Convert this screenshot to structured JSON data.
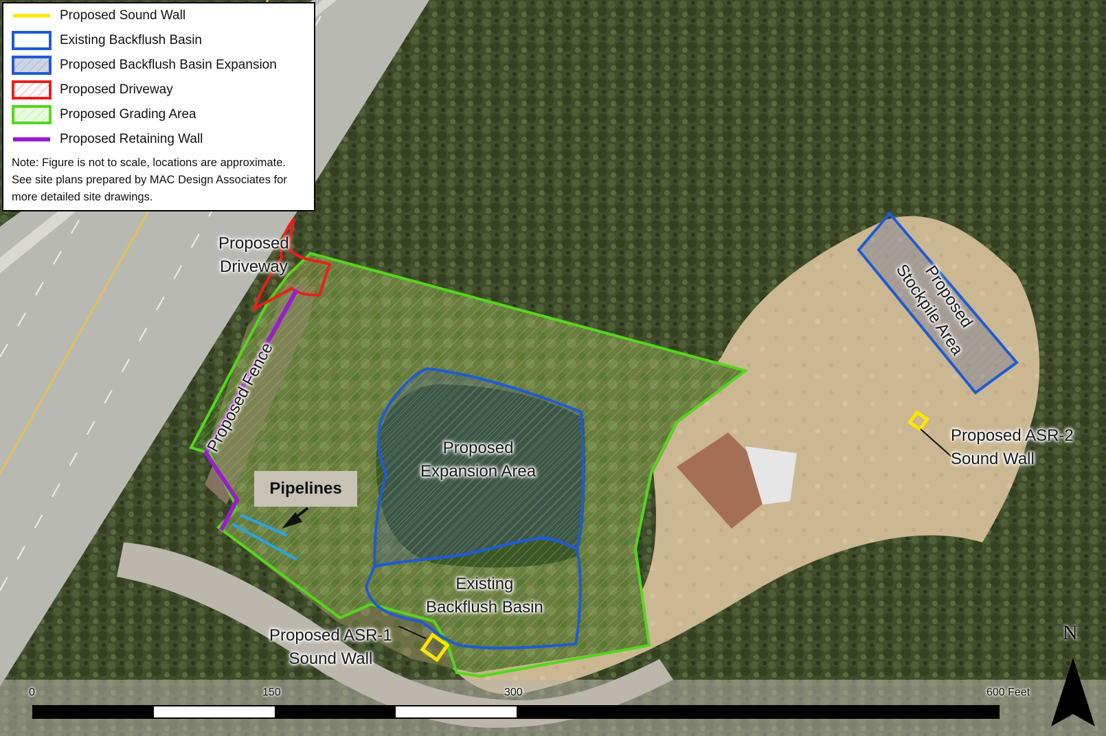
{
  "colors": {
    "sound_wall": "#ffe600",
    "backflush_basin": "#1f5bd1",
    "driveway": "#e8201c",
    "grading": "#55d61c",
    "retaining_wall": "#9a1bd2",
    "pipelines": "#2aa3e6",
    "fence": "#8a7565",
    "callout_box": "#c8c2b4"
  },
  "legend": {
    "items": [
      {
        "symbol": "line",
        "color_key": "sound_wall",
        "label": "Proposed Sound Wall"
      },
      {
        "symbol": "box",
        "color_key": "backflush_basin",
        "label": "Existing Backflush Basin"
      },
      {
        "symbol": "hatched-box",
        "color_key": "backflush_basin",
        "label": "Proposed Backflush Basin Expansion"
      },
      {
        "symbol": "hatched-box",
        "color_key": "driveway",
        "label": "Proposed Driveway"
      },
      {
        "symbol": "hatched-box",
        "color_key": "grading",
        "label": "Proposed Grading Area"
      },
      {
        "symbol": "line",
        "color_key": "retaining_wall",
        "label": "Proposed Retaining Wall"
      }
    ],
    "note_lines": [
      "Note: Figure is not to scale, locations are approximate.",
      "See site plans prepared by MAC Design Associates for",
      "more detailed site drawings."
    ]
  },
  "labels": {
    "driveway": [
      "Proposed",
      "Driveway"
    ],
    "fence": "Proposed Fence",
    "pipelines": "Pipelines",
    "expansion": [
      "Proposed",
      "Expansion Area"
    ],
    "basin": [
      "Existing",
      "Backflush Basin"
    ],
    "asr1": [
      "Proposed ASR-1",
      "Sound Wall"
    ],
    "asr2": [
      "Proposed ASR-2",
      "Sound Wall"
    ],
    "stockpile": [
      "Proposed",
      "Stockpile Area"
    ]
  },
  "scale_bar": {
    "ticks": [
      "0",
      "150",
      "300",
      "600 Feet"
    ]
  },
  "north_arrow": {
    "label": "N"
  }
}
